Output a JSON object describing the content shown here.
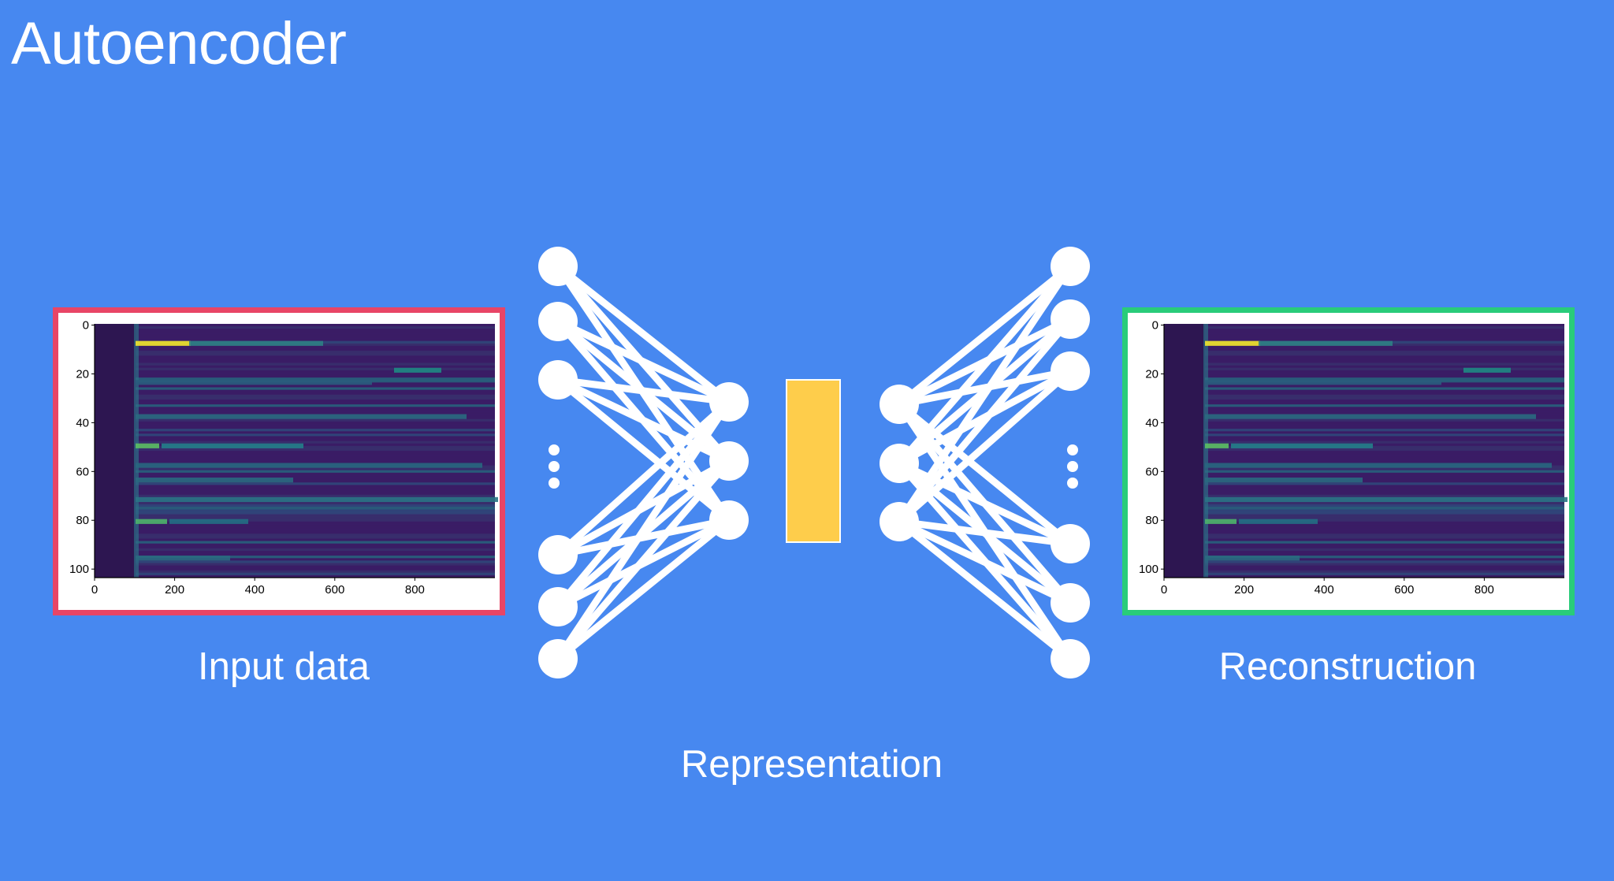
{
  "title": "Autoencoder",
  "input_panel": {
    "caption": "Input data",
    "frame_color": "#e84566",
    "y_ticks": [
      "0",
      "20",
      "40",
      "60",
      "80",
      "100"
    ],
    "x_ticks": [
      "0",
      "200",
      "400",
      "600",
      "800"
    ]
  },
  "reconstruction_panel": {
    "caption": "Reconstruction",
    "frame_color": "#29cc7a",
    "y_ticks": [
      "0",
      "20",
      "40",
      "60",
      "80",
      "100"
    ],
    "x_ticks": [
      "0",
      "200",
      "400",
      "600",
      "800"
    ]
  },
  "representation": {
    "caption": "Representation",
    "color": "#fecd4b"
  },
  "colors": {
    "background": "#4788f0",
    "nodes": "#ffffff",
    "heatmap_base": "#3b1f63"
  }
}
